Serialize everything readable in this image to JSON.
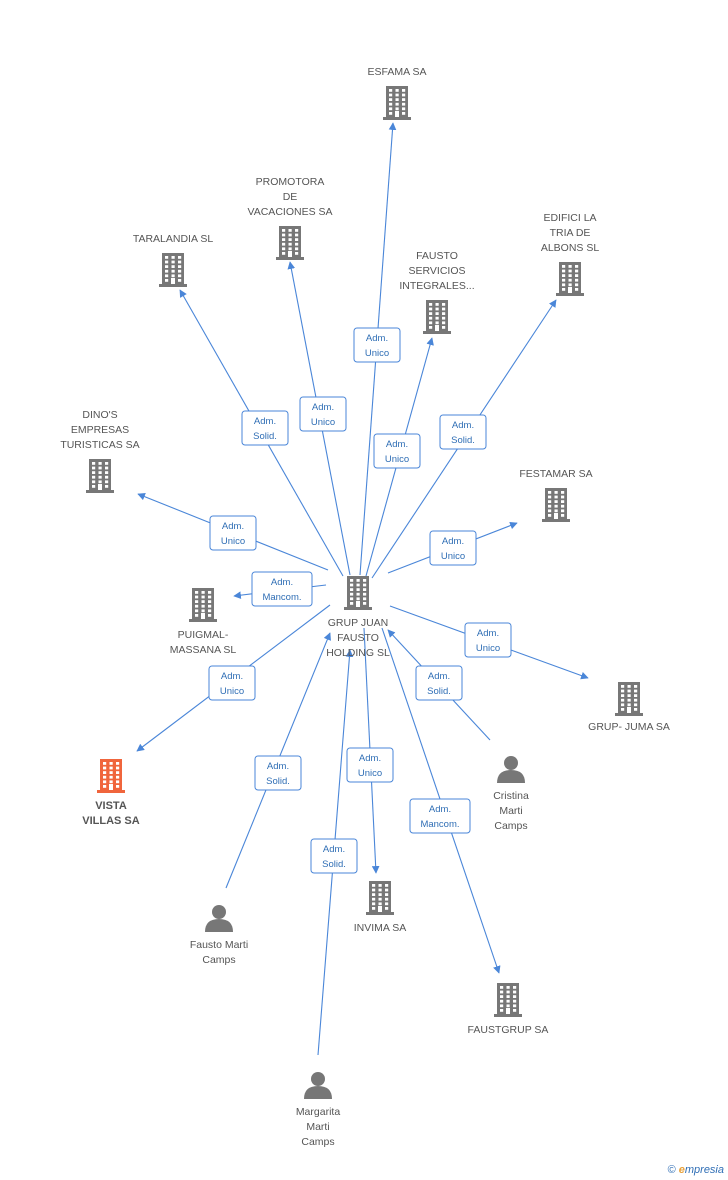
{
  "colors": {
    "edge": "#4a86d8",
    "node": "#777777",
    "highlight": "#f0653c"
  },
  "center": {
    "id": "center",
    "kind": "company",
    "lines": [
      "GRUP JUAN",
      "FAUSTO",
      "HOLDING SL"
    ]
  },
  "nodes": [
    {
      "id": "esfama",
      "kind": "company",
      "lines": [
        "ESFAMA SA"
      ]
    },
    {
      "id": "promotora",
      "kind": "company",
      "lines": [
        "PROMOTORA",
        "DE",
        "VACACIONES SA"
      ]
    },
    {
      "id": "taralandia",
      "kind": "company",
      "lines": [
        "TARALANDIA SL"
      ]
    },
    {
      "id": "fausto_servicios",
      "kind": "company",
      "lines": [
        "FAUSTO",
        "SERVICIOS",
        "INTEGRALES..."
      ]
    },
    {
      "id": "edifici",
      "kind": "company",
      "lines": [
        "EDIFICI LA",
        "TRIA DE",
        "ALBONS SL"
      ]
    },
    {
      "id": "dinos",
      "kind": "company",
      "lines": [
        "DINO'S",
        "EMPRESAS",
        "TURISTICAS SA"
      ]
    },
    {
      "id": "festamar",
      "kind": "company",
      "lines": [
        "FESTAMAR SA"
      ]
    },
    {
      "id": "puigmal",
      "kind": "company",
      "lines": [
        "PUIGMAL-",
        "MASSANA SL"
      ]
    },
    {
      "id": "grupjuma",
      "kind": "company",
      "lines": [
        "GRUP- JUMA SA"
      ]
    },
    {
      "id": "vista",
      "kind": "company",
      "highlight": true,
      "lines": [
        "VISTA",
        "VILLAS SA"
      ]
    },
    {
      "id": "cristina",
      "kind": "person",
      "lines": [
        "Cristina",
        "Marti",
        "Camps"
      ]
    },
    {
      "id": "invima",
      "kind": "company",
      "lines": [
        "INVIMA SA"
      ]
    },
    {
      "id": "fausto_marti",
      "kind": "person",
      "lines": [
        "Fausto Marti",
        "Camps"
      ]
    },
    {
      "id": "faustgrup",
      "kind": "company",
      "lines": [
        "FAUSTGRUP SA"
      ]
    },
    {
      "id": "margarita",
      "kind": "person",
      "lines": [
        "Margarita",
        "Marti",
        "Camps"
      ]
    }
  ],
  "edges": [
    {
      "from": "center",
      "to": "esfama",
      "label": [
        "Adm.",
        "Unico"
      ]
    },
    {
      "from": "center",
      "to": "promotora",
      "label": [
        "Adm.",
        "Unico"
      ]
    },
    {
      "from": "center",
      "to": "taralandia",
      "label": [
        "Adm.",
        "Solid."
      ]
    },
    {
      "from": "center",
      "to": "fausto_servicios",
      "label": [
        "Adm.",
        "Unico"
      ]
    },
    {
      "from": "center",
      "to": "edifici",
      "label": [
        "Adm.",
        "Solid."
      ]
    },
    {
      "from": "center",
      "to": "dinos",
      "label": [
        "Adm.",
        "Unico"
      ]
    },
    {
      "from": "center",
      "to": "festamar",
      "label": [
        "Adm.",
        "Unico"
      ]
    },
    {
      "from": "center",
      "to": "puigmal",
      "label": [
        "Adm.",
        "Mancom."
      ]
    },
    {
      "from": "center",
      "to": "grupjuma",
      "label": [
        "Adm.",
        "Unico"
      ]
    },
    {
      "from": "center",
      "to": "vista",
      "label": [
        "Adm.",
        "Unico"
      ]
    },
    {
      "from": "cristina",
      "to": "center",
      "label": [
        "Adm.",
        "Solid."
      ]
    },
    {
      "from": "center",
      "to": "invima",
      "label": [
        "Adm.",
        "Unico"
      ]
    },
    {
      "from": "fausto_marti",
      "to": "center",
      "label": [
        "Adm.",
        "Solid."
      ]
    },
    {
      "from": "center",
      "to": "faustgrup",
      "label": [
        "Adm.",
        "Mancom."
      ]
    },
    {
      "from": "margarita",
      "to": "center",
      "label": [
        "Adm.",
        "Solid."
      ]
    }
  ],
  "footer": {
    "copyright": "©",
    "brand_first": "e",
    "brand_rest": "mpresia"
  }
}
